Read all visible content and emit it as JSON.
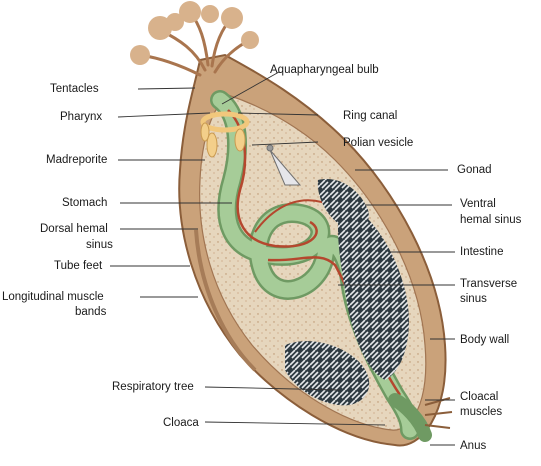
{
  "labels": {
    "aquapharyngeal_bulb": "Aquapharyngeal bulb",
    "tentacles": "Tentacles",
    "pharynx": "Pharynx",
    "ring_canal": "Ring canal",
    "polian_vesicle": "Polian vesicle",
    "madreporite": "Madreporite",
    "gonad": "Gonad",
    "stomach": "Stomach",
    "ventral_hemal_sinus_1": "Ventral",
    "ventral_hemal_sinus_2": "hemal sinus",
    "dorsal_hemal_sinus_1": "Dorsal hemal",
    "dorsal_hemal_sinus_2": "sinus",
    "intestine": "Intestine",
    "tube_feet": "Tube feet",
    "transverse_sinus_1": "Transverse",
    "transverse_sinus_2": "sinus",
    "longitudinal_muscle_bands_1": "Longitudinal muscle",
    "longitudinal_muscle_bands_2": "bands",
    "body_wall": "Body wall",
    "respiratory_tree": "Respiratory tree",
    "cloacal_muscles_1": "Cloacal",
    "cloacal_muscles_2": "muscles",
    "cloaca": "Cloaca",
    "anus": "Anus"
  },
  "colors": {
    "body_wall": "#c9a27a",
    "coelom": "#e8d9c2",
    "gut": "#9cc490",
    "gut_outline": "#6f9a63",
    "hemal": "#b5472e",
    "tentacle": "#b07c55",
    "respiratory_tree": "#e8e8ea",
    "gonad": "#3a4a52",
    "ring": "#f1c77c",
    "leader_line": "#333333"
  }
}
